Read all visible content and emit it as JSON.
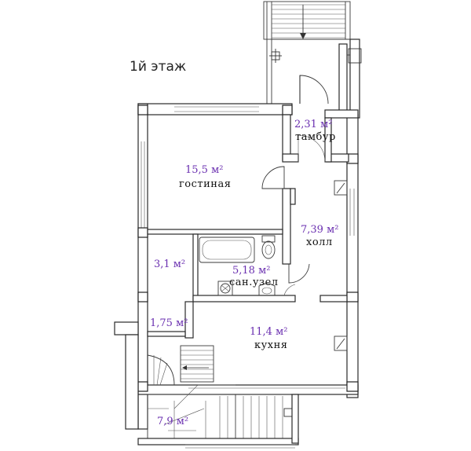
{
  "floor_title": "1й этаж",
  "colors": {
    "area_text": "#6a2fb0",
    "wall": "#2a2a2a",
    "label_text": "#111111"
  },
  "rooms": [
    {
      "id": "tambur",
      "area": "2,31 м²",
      "name": "тамбур"
    },
    {
      "id": "gostinaya",
      "area": "15,5 м²",
      "name": "гостиная"
    },
    {
      "id": "holl",
      "area": "7,39 м²",
      "name": "холл"
    },
    {
      "id": "room31",
      "area": "3,1 м²",
      "name": ""
    },
    {
      "id": "sanuzel",
      "area": "5,18 м²",
      "name": "сан.узел"
    },
    {
      "id": "room175",
      "area": "1,75 м²",
      "name": ""
    },
    {
      "id": "kuhnya",
      "area": "11,4 м²",
      "name": "кухня"
    },
    {
      "id": "room79",
      "area": "7,9 м²",
      "name": ""
    }
  ],
  "icons": [
    "stair-up-arrow-icon",
    "toilet-icon",
    "bathtub-icon",
    "washing-machine-icon",
    "sink-icon",
    "radiator-icon",
    "door-swing-icon"
  ]
}
